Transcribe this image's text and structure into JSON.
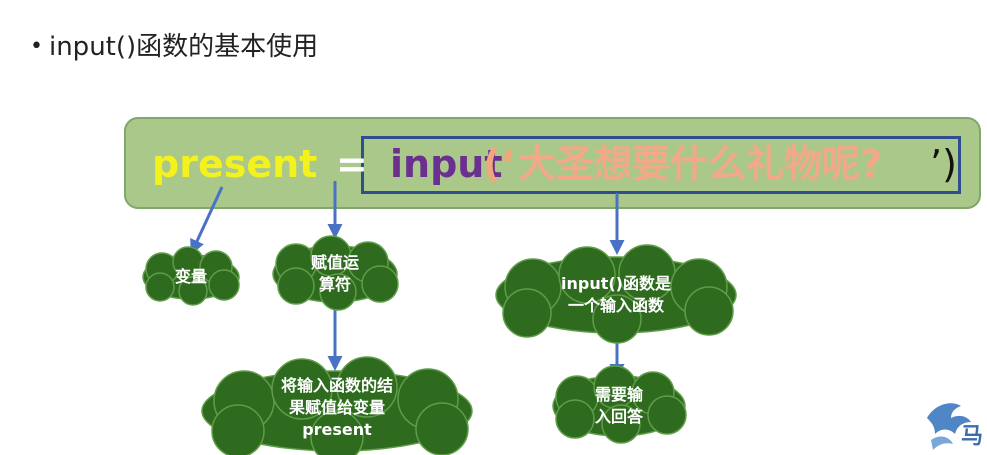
{
  "heading": {
    "bullet": "•",
    "text": "input()函数的基本使用"
  },
  "code": {
    "variable": "present",
    "operator": "=",
    "function": "input",
    "paren_open": "(‘",
    "prompt": "大圣想要什么礼物呢?",
    "paren_close": "’)"
  },
  "callouts": {
    "variable": {
      "line1": "变量"
    },
    "operator": {
      "line1": "赋值运",
      "line2": "算符"
    },
    "assign_result": {
      "line1": "将输入函数的结",
      "line2": "果赋值给变量",
      "line3": "present"
    },
    "function_desc": {
      "line1": "input()函数是",
      "line2": "一个输入函数"
    },
    "need_input": {
      "line1": "需要输",
      "line2": "入回答"
    }
  },
  "logo": {
    "text": "马"
  },
  "colors": {
    "banner": "#a9c88a",
    "cloud": "#2e6b1f",
    "arrow": "#4a72c4",
    "present": "#f4f21e",
    "input": "#6b2f90",
    "prompt": "#f3a987"
  }
}
